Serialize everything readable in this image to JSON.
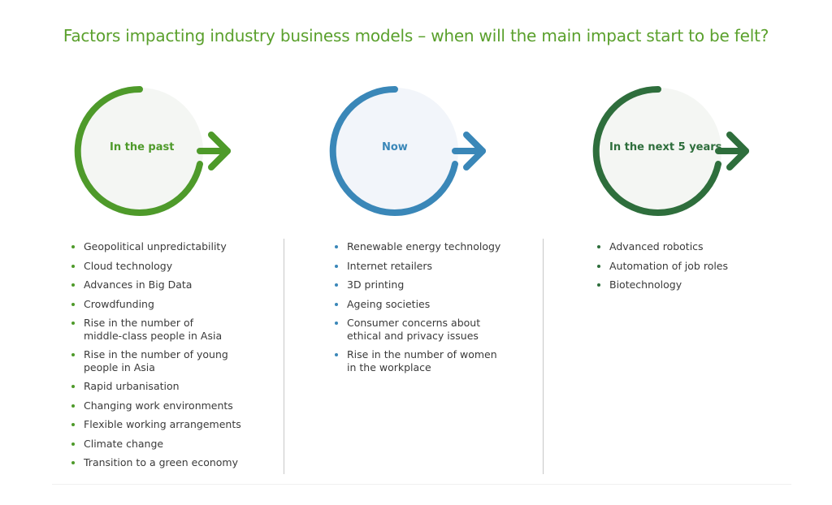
{
  "title": "Factors impacting industry business models – when will the main impact start to be felt?",
  "colors": {
    "title": "#5aa02c",
    "past": "#4e9a2a",
    "now": "#3a87b8",
    "next": "#2e6e3c",
    "circle_fill_past": "#f4f6f3",
    "circle_fill_now": "#f2f5fa",
    "circle_fill_next": "#f4f6f3"
  },
  "columns": [
    {
      "label": "In the past",
      "icon": "circular-arrow-icon",
      "items": [
        "Geopolitical unpredictability",
        "Cloud technology",
        "Advances in Big Data",
        "Crowdfunding",
        "Rise in the number of middle-class people in Asia",
        "Rise in the number of young people in Asia",
        "Rapid urbanisation",
        "Changing work environments",
        "Flexible working arrangements",
        "Climate change",
        "Transition to a green economy"
      ]
    },
    {
      "label": "Now",
      "icon": "circular-arrow-icon",
      "items": [
        "Renewable energy technology",
        "Internet retailers",
        "3D printing",
        "Ageing societies",
        "Consumer concerns about ethical and privacy issues",
        "Rise in the number of women in the workplace"
      ]
    },
    {
      "label": "In the next 5 years",
      "icon": "circular-arrow-icon",
      "items": [
        "Advanced robotics",
        "Automation of job roles",
        "Biotechnology"
      ]
    }
  ]
}
